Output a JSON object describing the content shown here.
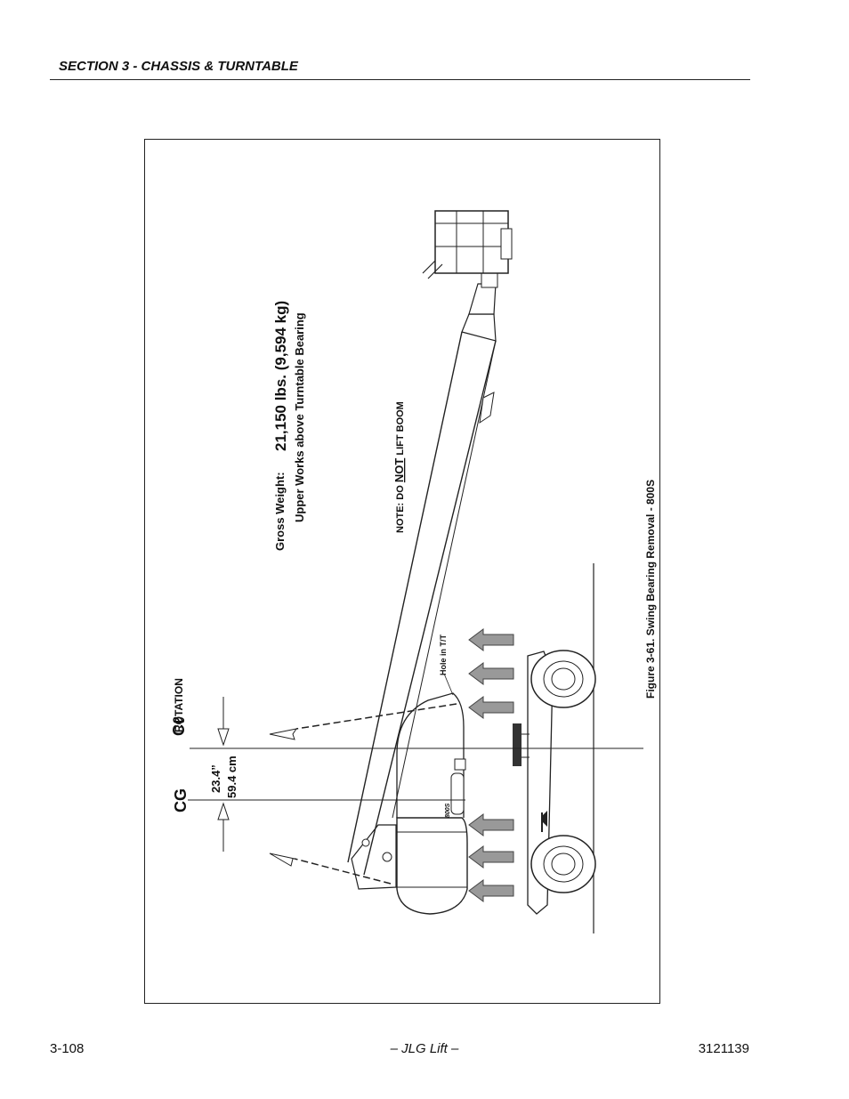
{
  "header": {
    "section": "SECTION 3 - CHASSIS & TURNTABLE"
  },
  "figure": {
    "caption": "Figure 3-61.  Swing Bearing Removal - 800S",
    "gross_weight_label": "Gross Weight:",
    "gross_weight_value": "21,150 lbs. (9,594 kg)",
    "weight_note": "Upper Works above Turntable Bearing",
    "note_prefix": "NOTE: DO ",
    "note_emphasis": "NOT",
    "note_suffix": " LIFT BOOM",
    "rotation_label": "ROTATION",
    "centerline_symbol": "Cℓ",
    "cg_label": "CG",
    "offset_in": "23.4”",
    "offset_cm": "59.4 cm",
    "hole_label": "Hole in T/T",
    "model_marking": "800S"
  },
  "footer": {
    "page": "3-108",
    "brand": "– JLG Lift –",
    "doc_number": "3121139"
  }
}
